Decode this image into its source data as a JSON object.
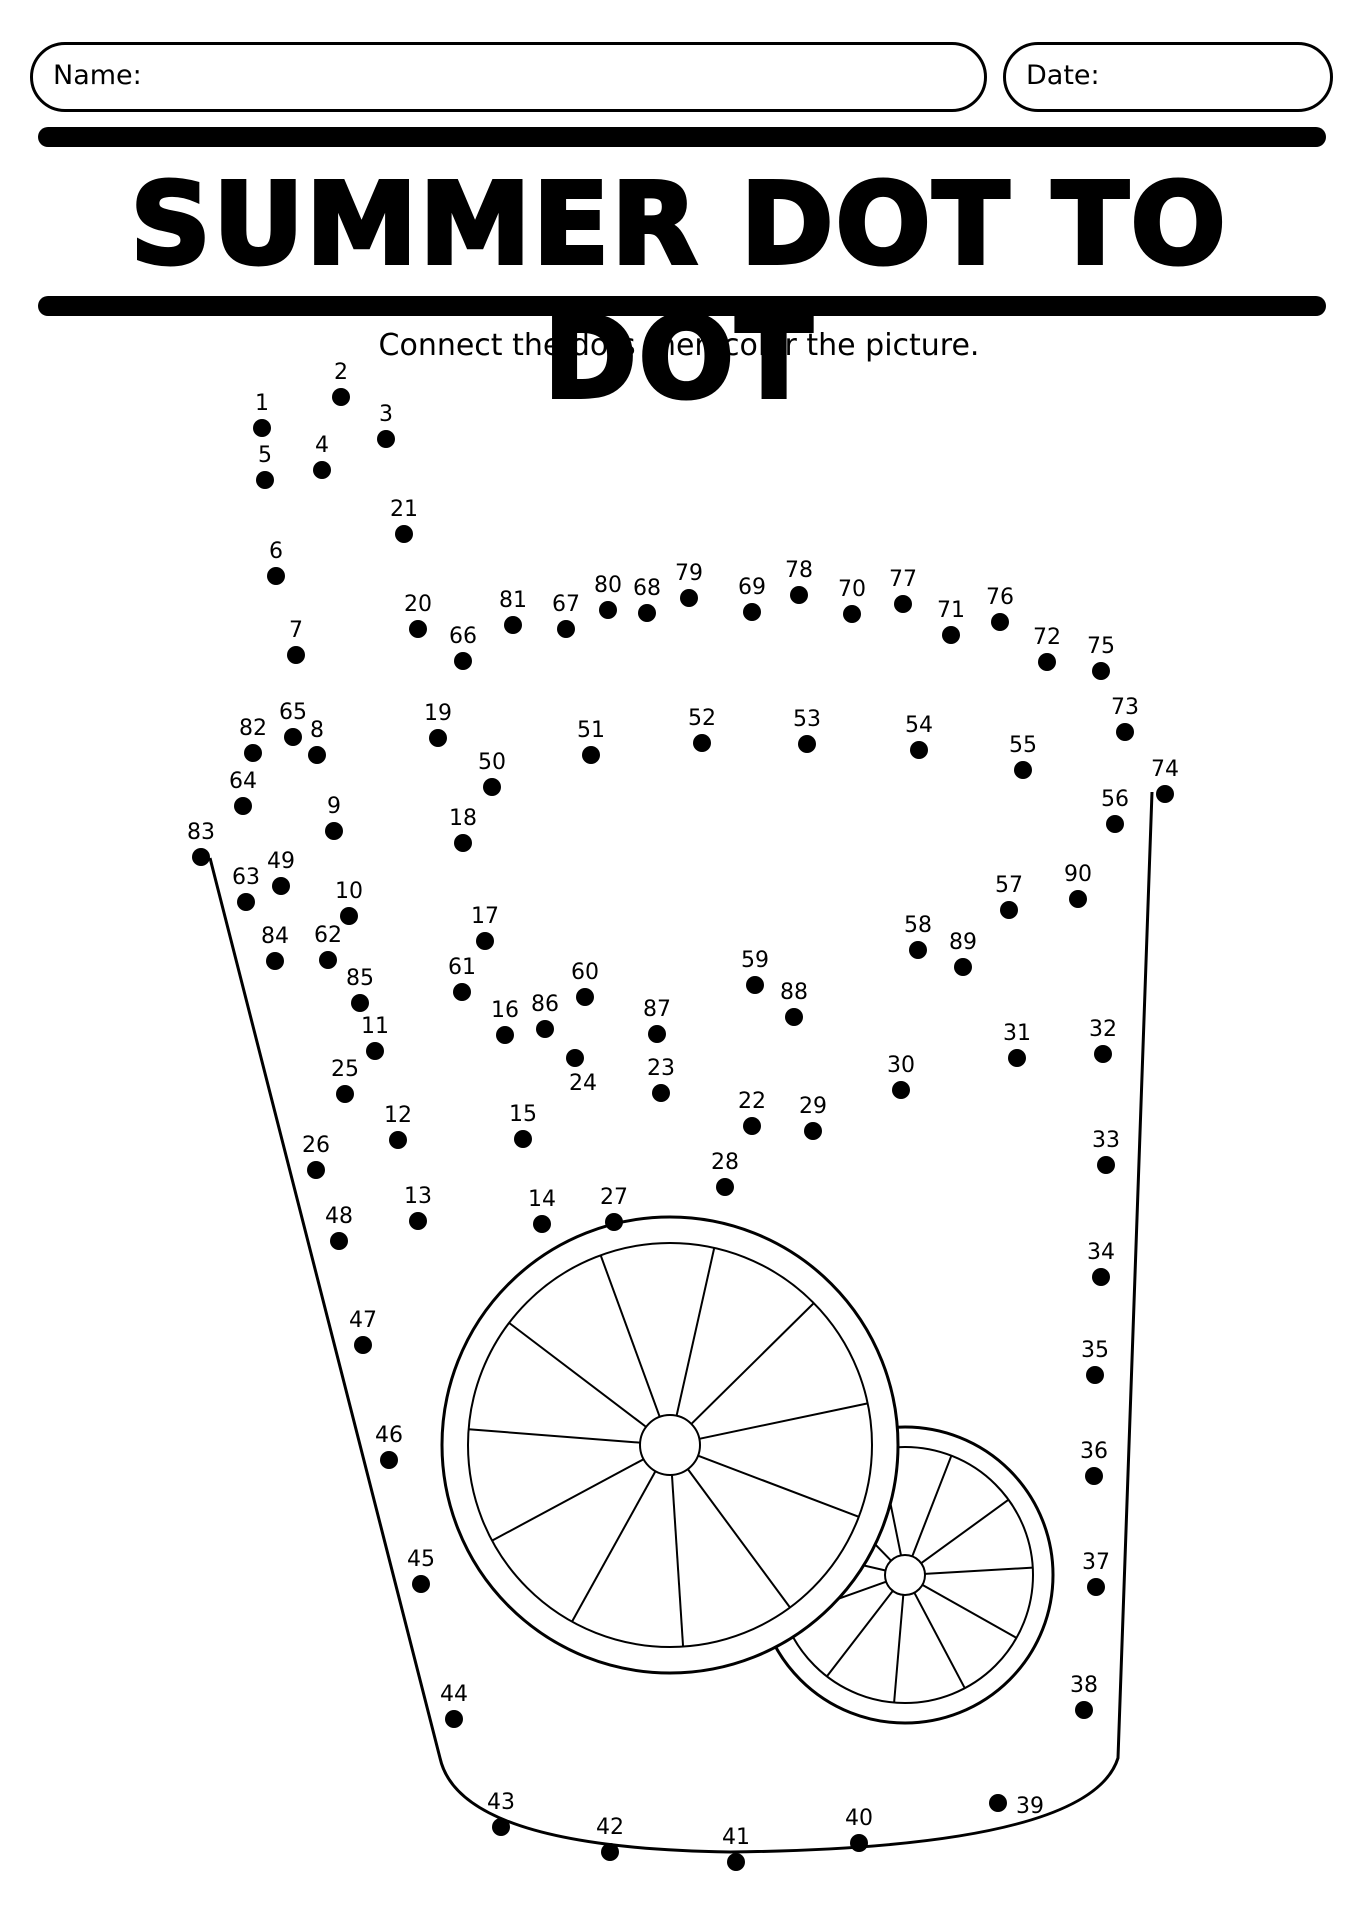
{
  "header": {
    "name_label": "Name:",
    "date_label": "Date:"
  },
  "title": "SUMMER DOT TO DOT",
  "instruction": "Connect the dots then color the picture.",
  "colors": {
    "ink": "#000000",
    "paper": "#ffffff"
  },
  "dot_labels": [
    "1",
    "2",
    "3",
    "4",
    "5",
    "6",
    "7",
    "8",
    "9",
    "10",
    "11",
    "12",
    "13",
    "14",
    "15",
    "16",
    "17",
    "18",
    "19",
    "20",
    "21",
    "22",
    "23",
    "24",
    "25",
    "26",
    "27",
    "28",
    "29",
    "30",
    "31",
    "32",
    "33",
    "34",
    "35",
    "36",
    "37",
    "38",
    "39",
    "40",
    "41",
    "42",
    "43",
    "44",
    "45",
    "46",
    "47",
    "48",
    "49",
    "50",
    "51",
    "52",
    "53",
    "54",
    "55",
    "56",
    "57",
    "58",
    "59",
    "60",
    "61",
    "62",
    "63",
    "64",
    "65",
    "66",
    "67",
    "68",
    "69",
    "70",
    "71",
    "72",
    "73",
    "74",
    "75",
    "76",
    "77",
    "78",
    "79",
    "80",
    "81",
    "82",
    "83",
    "84",
    "85",
    "86",
    "87",
    "88",
    "89",
    "90"
  ]
}
